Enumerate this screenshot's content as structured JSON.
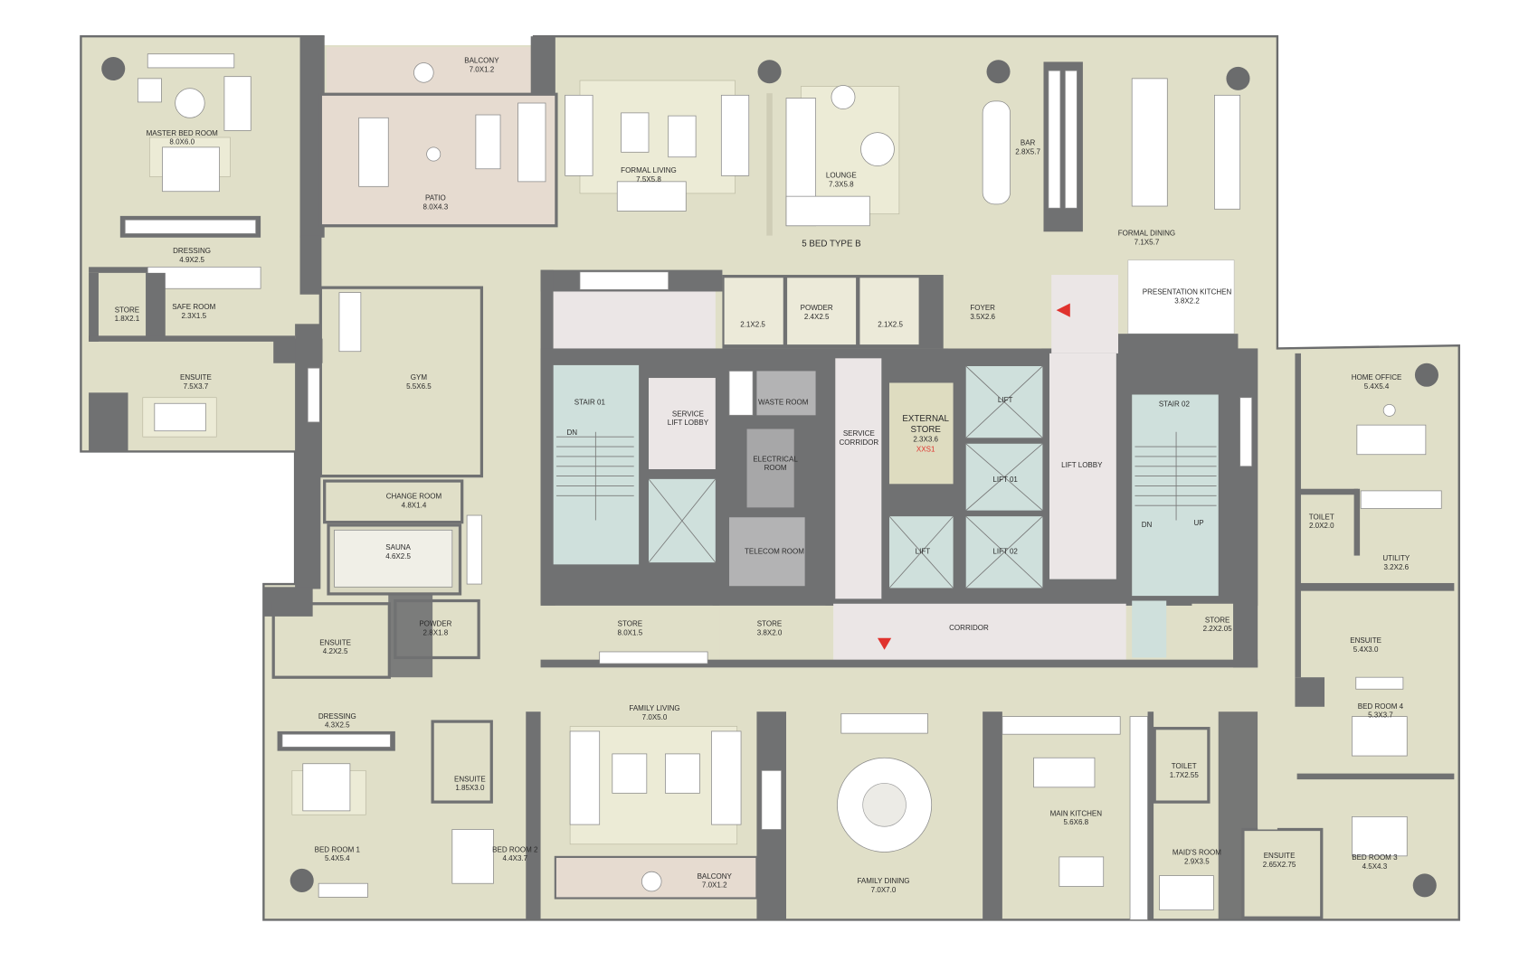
{
  "plan": {
    "title": "5 BED TYPE B",
    "colors": {
      "floor": "#e0dfc8",
      "wall": "#707172",
      "service_core": "#ebe6e6",
      "stair_lift": "#cfe0dc",
      "terrace": "#e6dbd0",
      "entry_marker": "#e0322d"
    },
    "entry_markers": [
      "red-triangle-foyer",
      "red-triangle-corridor"
    ],
    "rooms": [
      {
        "name": "MASTER BED ROOM",
        "size": "8.0X6.0"
      },
      {
        "name": "DRESSING",
        "size": "4.9X2.5"
      },
      {
        "name": "STORE",
        "size": "1.8X2.1"
      },
      {
        "name": "SAFE ROOM",
        "size": "2.3X1.5"
      },
      {
        "name": "ENSUITE",
        "size": "7.5X3.7"
      },
      {
        "name": "BALCONY",
        "size": "7.0X1.2"
      },
      {
        "name": "PATIO",
        "size": "8.0X4.3"
      },
      {
        "name": "FORMAL LIVING",
        "size": "7.5X5.8"
      },
      {
        "name": "LOUNGE",
        "size": "7.3X5.8"
      },
      {
        "name": "BAR",
        "size": "2.8X5.7"
      },
      {
        "name": "FORMAL DINING",
        "size": "7.1X5.7"
      },
      {
        "name": "GYM",
        "size": "5.5X6.5"
      },
      {
        "name": "CHANGE ROOM",
        "size": "4.8X1.4"
      },
      {
        "name": "SAUNA",
        "size": "4.6X2.5"
      },
      {
        "name": "STAIR 01",
        "size": ""
      },
      {
        "name": "SERVICE",
        "size": "LIFT LOBBY"
      },
      {
        "name": "",
        "size": "2.1X2.5"
      },
      {
        "name": "POWDER",
        "size": "2.4X2.5"
      },
      {
        "name": "",
        "size": "2.1X2.5"
      },
      {
        "name": "WASTE ROOM",
        "size": ""
      },
      {
        "name": "ELECTRICAL",
        "size": "ROOM"
      },
      {
        "name": "TELECOM ROOM",
        "size": ""
      },
      {
        "name": "SERVICE",
        "size": "CORRIDOR"
      },
      {
        "name": "FOYER",
        "size": "3.5X2.6"
      },
      {
        "name": "PRESENTATION KITCHEN",
        "size": "3.8X2.2"
      },
      {
        "name": "LIFT",
        "size": ""
      },
      {
        "name": "LIFT 01",
        "size": ""
      },
      {
        "name": "LIFT",
        "size": ""
      },
      {
        "name": "LIFT 02",
        "size": ""
      },
      {
        "name": "LIFT LOBBY",
        "size": ""
      },
      {
        "name": "STAIR 02",
        "size": ""
      },
      {
        "name": "HOME OFFICE",
        "size": "5.4X5.4"
      },
      {
        "name": "TOILET",
        "size": "2.0X2.0"
      },
      {
        "name": "UTILITY",
        "size": "3.2X2.6"
      },
      {
        "name": "STORE",
        "size": "8.0X1.5"
      },
      {
        "name": "STORE",
        "size": "3.8X2.0"
      },
      {
        "name": "CORRIDOR",
        "size": ""
      },
      {
        "name": "STORE",
        "size": "2.2X2.05"
      },
      {
        "name": "ENSUITE",
        "size": "5.4X3.0"
      },
      {
        "name": "ENSUITE",
        "size": "4.2X2.5"
      },
      {
        "name": "POWDER",
        "size": "2.8X1.8"
      },
      {
        "name": "DRESSING",
        "size": "4.3X2.5"
      },
      {
        "name": "FAMILY LIVING",
        "size": "7.0X5.0"
      },
      {
        "name": "ENSUITE",
        "size": "1.85X3.0"
      },
      {
        "name": "BED ROOM 1",
        "size": "5.4X5.4"
      },
      {
        "name": "BED ROOM 2",
        "size": "4.4X3.7"
      },
      {
        "name": "BALCONY",
        "size": "7.0X1.2"
      },
      {
        "name": "FAMILY DINING",
        "size": "7.0X7.0"
      },
      {
        "name": "MAIN KITCHEN",
        "size": "5.6X6.8"
      },
      {
        "name": "TOILET",
        "size": "1.7X2.55"
      },
      {
        "name": "MAID'S ROOM",
        "size": "2.9X3.5"
      },
      {
        "name": "ENSUITE",
        "size": "2.65X2.75"
      },
      {
        "name": "BED ROOM 4",
        "size": "5.3X3.7"
      },
      {
        "name": "BED ROOM 3",
        "size": "4.5X4.3"
      }
    ],
    "external_store": {
      "name": "EXTERNAL",
      "name2": "STORE",
      "size": "2.3X3.6",
      "code": "XXS1"
    },
    "stair_marks": {
      "stair01_dn": "DN",
      "stair02_dn": "DN",
      "stair02_up": "UP"
    }
  }
}
